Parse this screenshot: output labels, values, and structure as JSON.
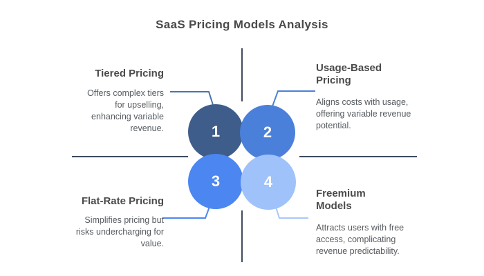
{
  "title": "SaaS Pricing Models Analysis",
  "colors": {
    "background": "#ffffff",
    "title_text": "#4a4a4a",
    "heading_text": "#4a4a4a",
    "description_text": "#565b60",
    "axis_line": "#3e4a5e",
    "number_text": "#ffffff"
  },
  "quadrants": [
    {
      "number": "1",
      "heading": "Tiered Pricing",
      "description": "Offers complex tiers for upselling, enhancing variable revenue.",
      "circle_color": "#3F5D8A",
      "connector_color": "#4A72AE"
    },
    {
      "number": "2",
      "heading": "Usage-Based Pricing",
      "description": "Aligns costs with usage, offering variable revenue potential.",
      "circle_color": "#4A80D9",
      "connector_color": "#4A80D9"
    },
    {
      "number": "3",
      "heading": "Flat-Rate Pricing",
      "description": "Simplifies pricing but risks undercharging for value.",
      "circle_color": "#4C86F0",
      "connector_color": "#4C86F0"
    },
    {
      "number": "4",
      "heading": "Freemium Models",
      "description": "Attracts users with free access, complicating revenue predictability.",
      "circle_color": "#9FC2FA",
      "connector_color": "#A9C7F9"
    }
  ]
}
